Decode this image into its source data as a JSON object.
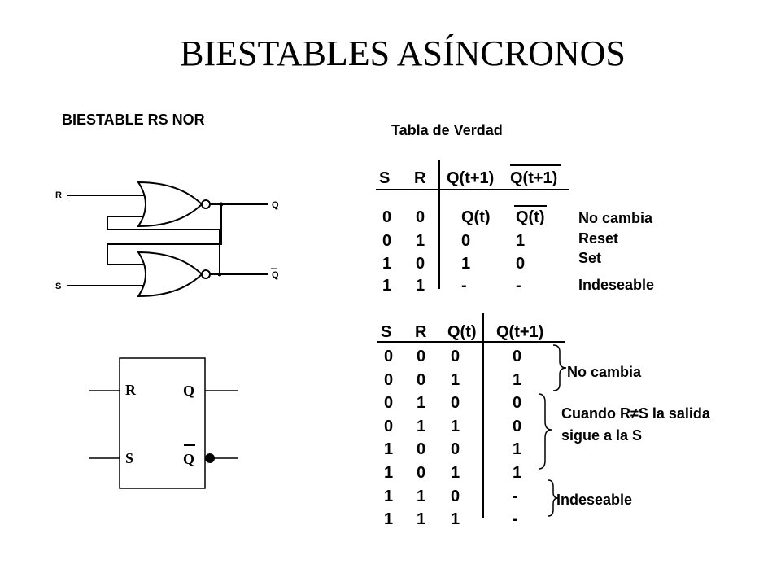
{
  "title": "BIESTABLES ASÍNCRONOS",
  "section_title": "BIESTABLE RS NOR",
  "table_title": "Tabla de Verdad",
  "circuit": {
    "input_r": "R",
    "input_s": "S",
    "output_q": "Q",
    "output_qbar": "Q"
  },
  "block": {
    "r": "R",
    "s": "S",
    "q": "Q",
    "qbar": "Q"
  },
  "table1": {
    "headers": [
      "S",
      "R",
      "Q(t+1)",
      "Q(t+1)"
    ],
    "rows": [
      [
        "0",
        "0",
        "Q(t)",
        "Q(t)"
      ],
      [
        "0",
        "1",
        "0",
        "1"
      ],
      [
        "1",
        "0",
        "1",
        "0"
      ],
      [
        "1",
        "1",
        "-",
        "-"
      ]
    ],
    "notes": [
      "No cambia",
      "Reset",
      "Set",
      "Indeseable"
    ]
  },
  "table2": {
    "headers": [
      "S",
      "R",
      "Q(t)",
      "Q(t+1)"
    ],
    "rows": [
      [
        "0",
        "0",
        "0",
        "0"
      ],
      [
        "0",
        "0",
        "1",
        "1"
      ],
      [
        "0",
        "1",
        "0",
        "0"
      ],
      [
        "0",
        "1",
        "1",
        "0"
      ],
      [
        "1",
        "0",
        "0",
        "1"
      ],
      [
        "1",
        "0",
        "1",
        "1"
      ],
      [
        "1",
        "1",
        "0",
        "-"
      ],
      [
        "1",
        "1",
        "1",
        "-"
      ]
    ],
    "notes": {
      "no_change": "No cambia",
      "follow_line1": "Cuando R≠S la salida",
      "follow_line2": "sigue a la S",
      "undesired": "Indeseable"
    }
  }
}
